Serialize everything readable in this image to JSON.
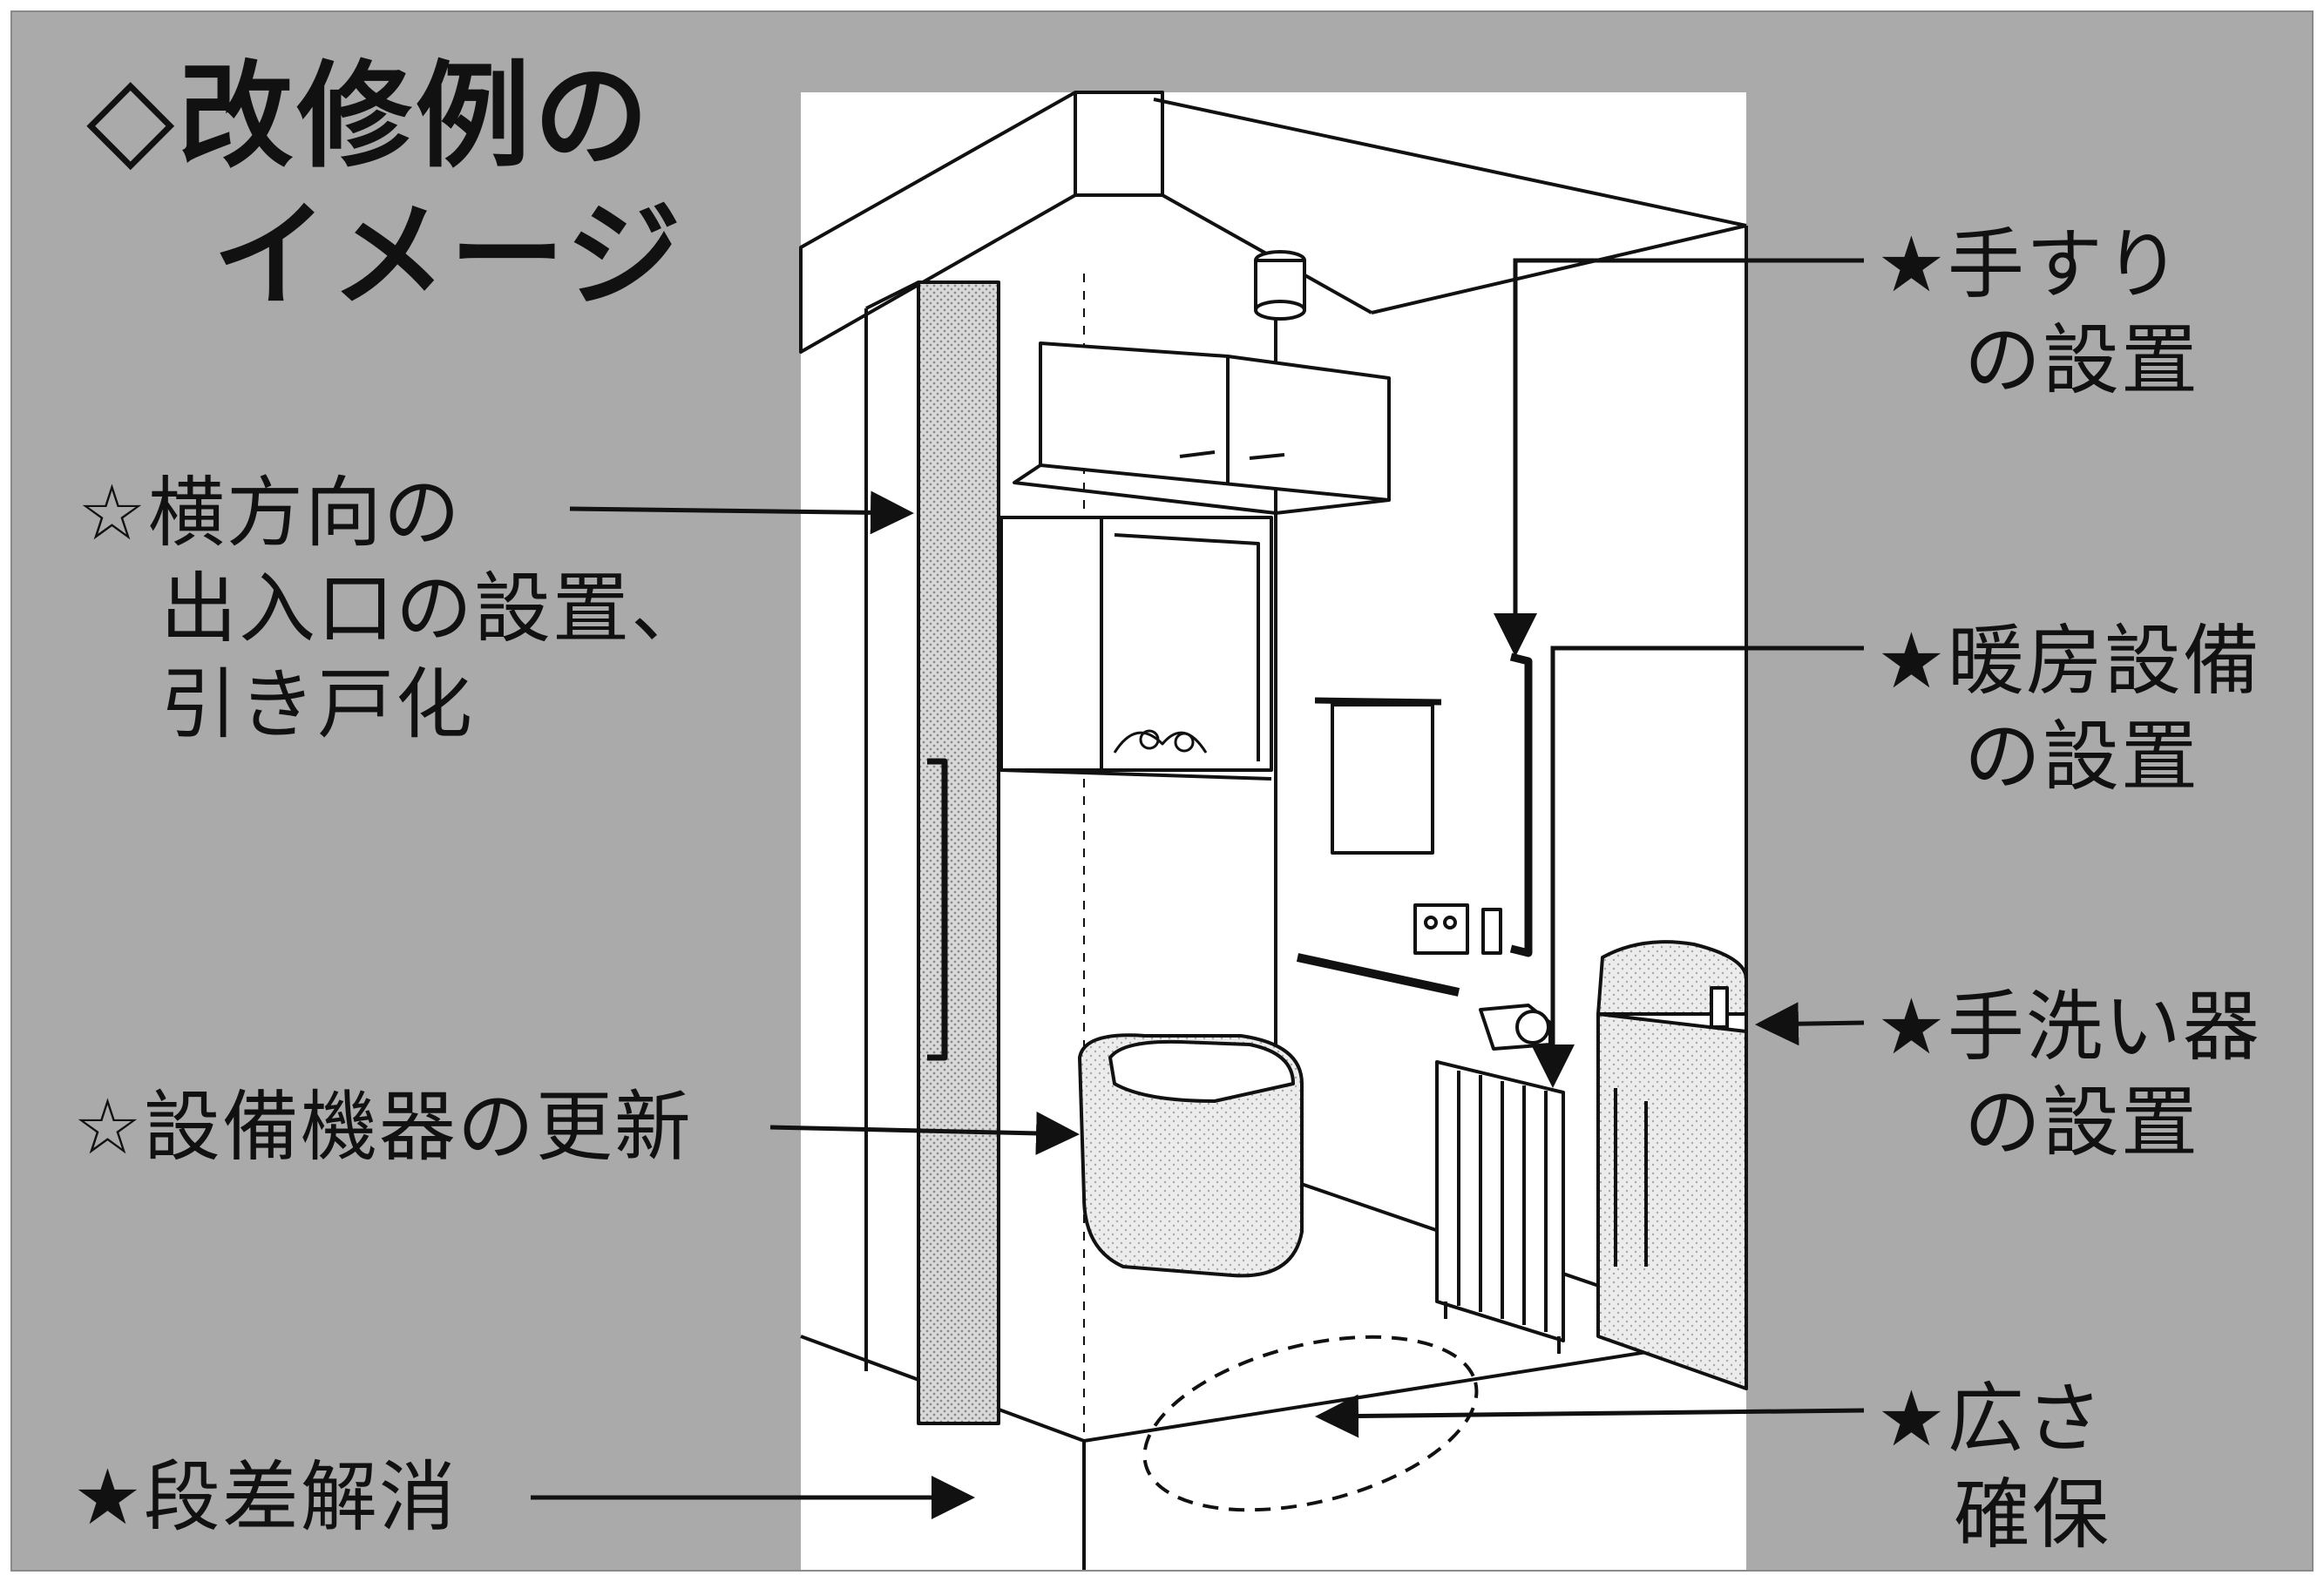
{
  "heading": {
    "line1": "◇改修例の",
    "line2": "イメージ"
  },
  "callouts": {
    "door": {
      "line1": "☆横方向の",
      "line2": "出入口の設置、",
      "line3": "引き戸化"
    },
    "fixture": {
      "line1": "☆設備機器の更新"
    },
    "step": {
      "line1": "★段差解消"
    },
    "handrail": {
      "line1": "★手すり",
      "line2": "の設置"
    },
    "heater": {
      "line1": "★暖房設備",
      "line2": "の設置"
    },
    "sink": {
      "line1": "★手洗い器",
      "line2": "の設置"
    },
    "space": {
      "line1": "★広さ",
      "line2": "確保"
    }
  },
  "colors": {
    "background": "#aaaaaa",
    "panel": "#ffffff",
    "ink": "#111111"
  }
}
